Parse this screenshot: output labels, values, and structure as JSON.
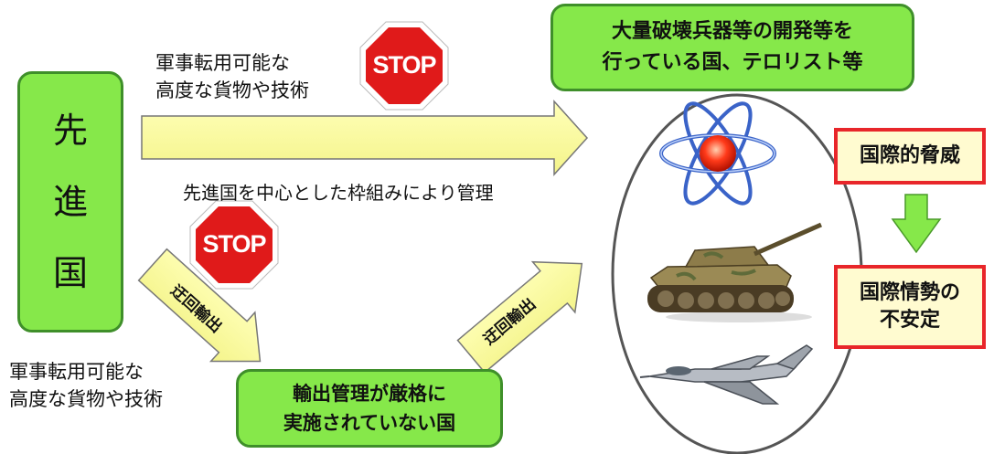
{
  "left_box": {
    "chars": [
      "先",
      "進",
      "国"
    ]
  },
  "top_items": {
    "line1": "軍事転用可能な",
    "line2": "高度な貨物や技術"
  },
  "bottom_items": {
    "line1": "軍事転用可能な",
    "line2": "高度な貨物や技術"
  },
  "regime_note": "先進国を中心とした枠組みにより管理",
  "stop_sign_text": "STOP",
  "detour_label_1": "迂回輸出",
  "detour_label_2": "迂回輸出",
  "lax_country": {
    "line1": "輸出管理が厳格に",
    "line2": "実施されていない国"
  },
  "target_header": {
    "line1": "大量破壊兵器等の開発等を",
    "line2": "行っている国、テロリスト等"
  },
  "threat_box": "国際的脅威",
  "instability_box": {
    "line1": "国際情勢の",
    "line2": "不安定"
  },
  "icons": [
    "atom-icon",
    "tank-icon",
    "fighter-jet-icon"
  ],
  "colors": {
    "green_fill": "#86e84a",
    "green_border": "#3f8f2a",
    "arrow_fill": "#ffff99",
    "red": "#e8262a"
  }
}
